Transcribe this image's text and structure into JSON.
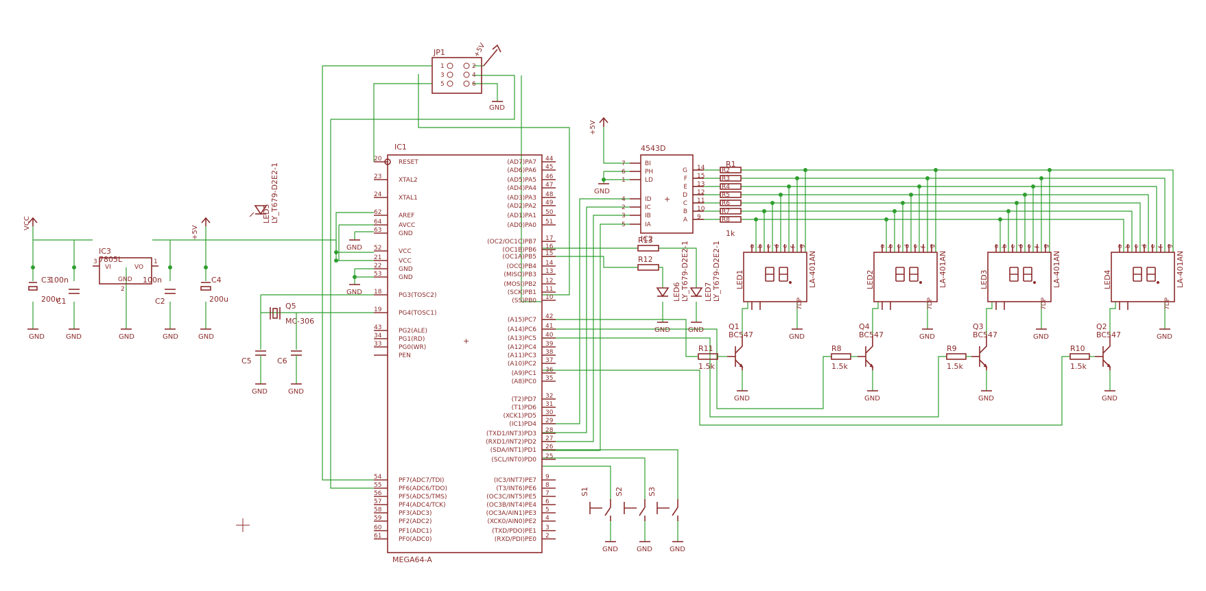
{
  "parts": {
    "ic1": {
      "name": "IC1",
      "value": "MEGA64-A",
      "left_pins": [
        {
          "num": "20",
          "label": "RESET"
        },
        {
          "num": "23",
          "label": "XTAL2"
        },
        {
          "num": "24",
          "label": "XTAL1"
        },
        {
          "num": "62",
          "label": "AREF"
        },
        {
          "num": "64",
          "label": "AVCC"
        },
        {
          "num": "63",
          "label": "GND"
        },
        {
          "num": "52",
          "label": "VCC"
        },
        {
          "num": "21",
          "label": "VCC"
        },
        {
          "num": "22",
          "label": "GND"
        },
        {
          "num": "53",
          "label": "GND"
        },
        {
          "num": "18",
          "label": "PG3(TOSC2)"
        },
        {
          "num": "19",
          "label": "PG4(TOSC1)"
        },
        {
          "num": "43",
          "label": "PG2(ALE)"
        },
        {
          "num": "34",
          "label": "PG1(RD)"
        },
        {
          "num": "33",
          "label": "PG0(WR)"
        },
        {
          "num": "",
          "label": "PEN"
        },
        {
          "num": "54",
          "label": "PF7(ADC7/TDI)"
        },
        {
          "num": "55",
          "label": "PF6(ADC6/TDO)"
        },
        {
          "num": "56",
          "label": "PF5(ADC5/TMS)"
        },
        {
          "num": "57",
          "label": "PF4(ADC4/TCK)"
        },
        {
          "num": "58",
          "label": "PF3(ADC3)"
        },
        {
          "num": "59",
          "label": "PF2(ADC2)"
        },
        {
          "num": "60",
          "label": "PF1(ADC1)"
        },
        {
          "num": "61",
          "label": "PF0(ADC0)"
        }
      ],
      "right_pins": [
        {
          "num": "44",
          "label": "(AD7)PA7"
        },
        {
          "num": "45",
          "label": "(AD6)PA6"
        },
        {
          "num": "46",
          "label": "(AD5)PA5"
        },
        {
          "num": "47",
          "label": "(AD4)PA4"
        },
        {
          "num": "48",
          "label": "(AD3)PA3"
        },
        {
          "num": "49",
          "label": "(AD2)PA2"
        },
        {
          "num": "50",
          "label": "(AD1)PA1"
        },
        {
          "num": "51",
          "label": "(AD0)PA0"
        },
        {
          "num": "17",
          "label": "(OC2/OC1C)PB7"
        },
        {
          "num": "16",
          "label": "(OC1B)PB6"
        },
        {
          "num": "15",
          "label": "(OC1A)PB5"
        },
        {
          "num": "14",
          "label": "(OC0)PB4"
        },
        {
          "num": "13",
          "label": "(MISO)PB3"
        },
        {
          "num": "12",
          "label": "(MOSI)PB2"
        },
        {
          "num": "11",
          "label": "(SCK)PB1"
        },
        {
          "num": "10",
          "label": "(SS)PB0"
        },
        {
          "num": "42",
          "label": "(A15)PC7"
        },
        {
          "num": "41",
          "label": "(A14)PC6"
        },
        {
          "num": "40",
          "label": "(A13)PC5"
        },
        {
          "num": "39",
          "label": "(A12)PC4"
        },
        {
          "num": "38",
          "label": "(A11)PC3"
        },
        {
          "num": "37",
          "label": "(A10)PC2"
        },
        {
          "num": "36",
          "label": "(A9)PC1"
        },
        {
          "num": "35",
          "label": "(A8)PC0"
        },
        {
          "num": "32",
          "label": "(T2)PD7"
        },
        {
          "num": "31",
          "label": "(T1)PD6"
        },
        {
          "num": "30",
          "label": "(XCK1)PD5"
        },
        {
          "num": "29",
          "label": "(IC1)PD4"
        },
        {
          "num": "28",
          "label": "(TXD1/INT3)PD3"
        },
        {
          "num": "27",
          "label": "(RXD1/INT2)PD2"
        },
        {
          "num": "26",
          "label": "(SDA/INT1)PD1"
        },
        {
          "num": "25",
          "label": "(SCL/INT0)PD0"
        },
        {
          "num": "9",
          "label": "(IC3/INT7)PE7"
        },
        {
          "num": "8",
          "label": "(T3/INT6)PE6"
        },
        {
          "num": "7",
          "label": "(OC3C/INT5)PE5"
        },
        {
          "num": "6",
          "label": "(OC3B/INT4)PE4"
        },
        {
          "num": "5",
          "label": "(OC3A/AIN1)PE3"
        },
        {
          "num": "4",
          "label": "(XCK0/AIN0)PE2"
        },
        {
          "num": "3",
          "label": "(TXD/PDO)PE1"
        },
        {
          "num": "2",
          "label": "(RXD/PDI)PE0"
        }
      ]
    },
    "ic2": {
      "name": "IC2",
      "value": "4543D",
      "left_pins": [
        {
          "num": "7",
          "label": "BI"
        },
        {
          "num": "6",
          "label": "PH"
        },
        {
          "num": "1",
          "label": "LD"
        },
        {
          "num": "4",
          "label": "ID"
        },
        {
          "num": "2",
          "label": "IC"
        },
        {
          "num": "3",
          "label": "IB"
        },
        {
          "num": "5",
          "label": "IA"
        }
      ],
      "right_pins": [
        {
          "num": "14",
          "label": "G"
        },
        {
          "num": "15",
          "label": "F"
        },
        {
          "num": "13",
          "label": "E"
        },
        {
          "num": "12",
          "label": "D"
        },
        {
          "num": "11",
          "label": "C"
        },
        {
          "num": "10",
          "label": "B"
        },
        {
          "num": "9",
          "label": "A"
        }
      ]
    },
    "ic3": {
      "name": "IC3",
      "value": "7805L",
      "vi": "VI",
      "vo": "VO",
      "gnd": "GND",
      "pin1": "3",
      "pin2": "1",
      "pin3": "2"
    },
    "jp1": {
      "name": "JP1",
      "pins": [
        "1",
        "2",
        "3",
        "4",
        "5",
        "6"
      ]
    },
    "r1": {
      "name": "R1",
      "value": "1k",
      "pins": [
        "R2",
        "R3",
        "R4",
        "R5",
        "R6",
        "R7",
        "R8"
      ]
    },
    "caps": {
      "c3": {
        "name": "C3",
        "value": "200u"
      },
      "c1": {
        "name": "C1",
        "value": "100n"
      },
      "c2": {
        "name": "C2",
        "value": "100n"
      },
      "c4": {
        "name": "C4",
        "value": "200u"
      },
      "c5": {
        "name": "C5"
      },
      "c6": {
        "name": "C6"
      }
    },
    "crystal": {
      "name": "Q5",
      "value": "MC-306"
    },
    "displays": [
      {
        "name": "LED1",
        "value": "LA-401AN",
        "dp": "7DP"
      },
      {
        "name": "LED2",
        "value": "LA-401AN",
        "dp": "7DP"
      },
      {
        "name": "LED3",
        "value": "LA-401AN",
        "dp": "7DP"
      },
      {
        "name": "LED4",
        "value": "LA-401AN",
        "dp": "7DP"
      }
    ],
    "display_pins": [
      "a",
      "10",
      "b",
      "9",
      "c",
      "8",
      "d",
      "5",
      "e",
      "4",
      "f",
      "2",
      "g",
      "3"
    ],
    "transistors": [
      {
        "name": "Q1",
        "value": "BC547",
        "resistor": "R11",
        "rvalue": "1.5k"
      },
      {
        "name": "Q4",
        "value": "BC547",
        "resistor": "R8",
        "rvalue": "1.5k"
      },
      {
        "name": "Q3",
        "value": "BC547",
        "resistor": "R9",
        "rvalue": "1.5k"
      },
      {
        "name": "Q2",
        "value": "BC547",
        "resistor": "R10",
        "rvalue": "1.5k"
      }
    ],
    "leds": [
      {
        "name": "LED5",
        "value": "LY_T679-D2E2-1"
      },
      {
        "name": "LED6",
        "value": "LY_T679-D2E2-1"
      },
      {
        "name": "LED7",
        "value": "LY_T679-D2E2-1"
      }
    ],
    "r12": {
      "name": "R12"
    },
    "r13": {
      "name": "R13"
    },
    "switches": [
      {
        "name": "S1"
      },
      {
        "name": "S2"
      },
      {
        "name": "S3"
      }
    ]
  },
  "nets": {
    "gnd": "GND",
    "vcc": "VCC",
    "p5v": "+5V"
  }
}
